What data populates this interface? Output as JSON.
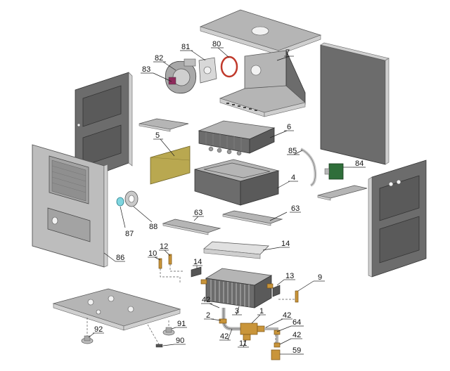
{
  "callouts": {
    "c1": "1",
    "c2": "2",
    "c3": "3",
    "c4": "4",
    "c5": "5",
    "c6": "6",
    "c7": "7",
    "c9": "9",
    "c10": "10",
    "c11": "11",
    "c12": "12",
    "c13": "13",
    "c14a": "14",
    "c14b": "14",
    "c42a": "42",
    "c42b": "42",
    "c42c": "42",
    "c42d": "42",
    "c59": "59",
    "c63a": "63",
    "c63b": "63",
    "c64": "64",
    "c80": "80",
    "c81": "81",
    "c82": "82",
    "c83": "83",
    "c84": "84",
    "c85": "85",
    "c86": "86",
    "c87": "87",
    "c88": "88",
    "c90": "90",
    "c91": "91",
    "c92": "92"
  },
  "colors": {
    "panel": "#6c6c6c",
    "panel_light": "#b5b5b5",
    "filter": "#b9a850",
    "brass": "#c9953a",
    "seal": "#c0392b",
    "ring": "#7fd6e0",
    "module": "#2f6e3a"
  }
}
